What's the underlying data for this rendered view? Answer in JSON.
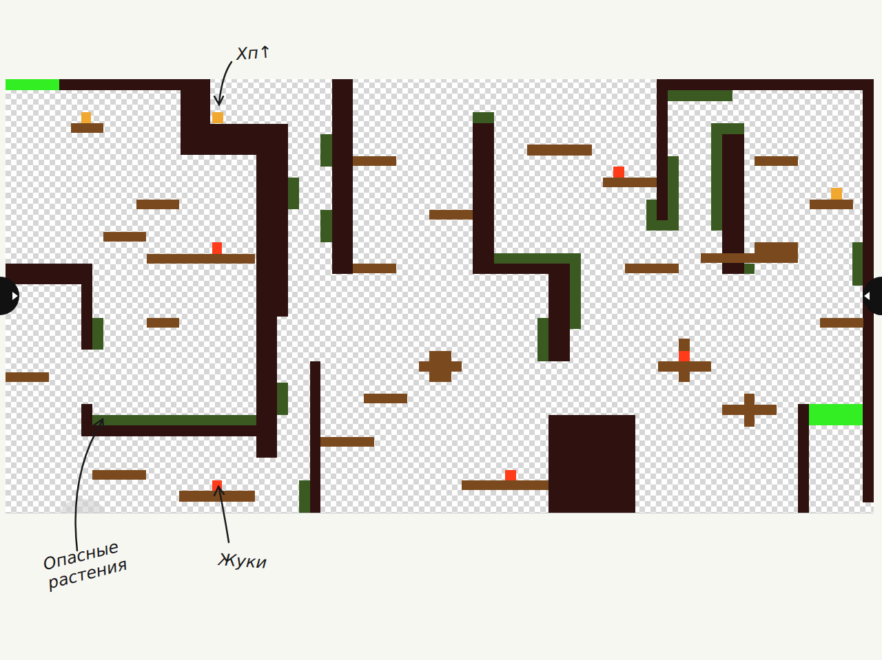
{
  "diagram": {
    "labels": [
      "Хп↑",
      "Опасные растения",
      "Жуки"
    ]
  }
}
